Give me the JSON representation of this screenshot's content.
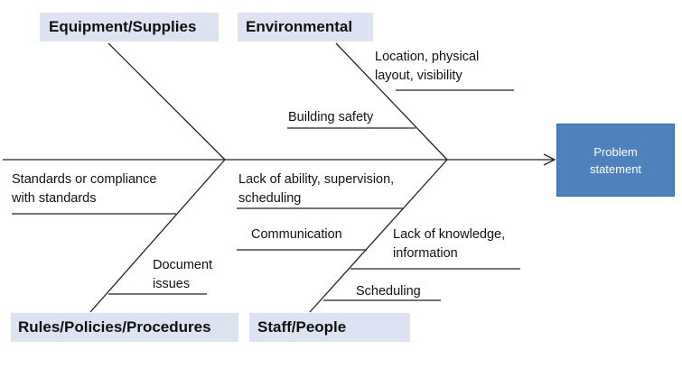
{
  "categories": {
    "equipment": "Equipment/Supplies",
    "environmental": "Environmental",
    "rules": "Rules/Policies/Procedures",
    "staff": "Staff/People"
  },
  "causes": {
    "location": "Location,  physical\nlayout,  visibility",
    "building_safety": "Building safety",
    "standards": "Standards or compliance\nwith standards",
    "lack_ability": "Lack of ability, supervision,\nscheduling",
    "communication": "Communication",
    "lack_knowledge": "Lack of knowledge,\ninformation",
    "document_issues": "Document\nissues",
    "scheduling": "Scheduling"
  },
  "problem": "Problem\nstatement",
  "colors": {
    "category_fill": "#dde3f0",
    "problem_fill": "#4f81bd",
    "line": "#222222"
  }
}
